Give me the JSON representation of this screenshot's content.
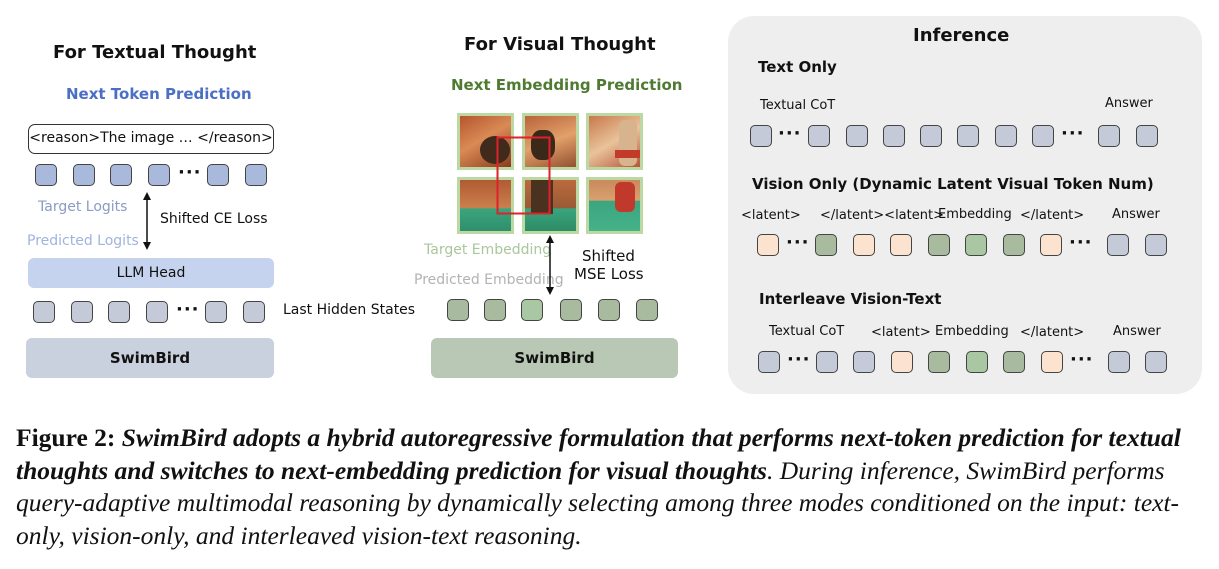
{
  "textual": {
    "title": "For Textual Thought",
    "subtitle": "Next Token Prediction",
    "reason_box": "<reason>The image … </reason>",
    "target_logits": "Target Logits",
    "predicted_logits": "Predicted Logits",
    "loss": "Shifted CE Loss",
    "llm_head": "LLM Head",
    "model": "SwimBird",
    "dots": "···"
  },
  "shared": {
    "last_hidden_states": "Last Hidden States"
  },
  "visual": {
    "title": "For Visual Thought",
    "subtitle": "Next Embedding Prediction",
    "target_embedding": "Target Embedding",
    "predicted_embedding": "Predicted Embedding",
    "loss_line1": "Shifted",
    "loss_line2": "MSE Loss",
    "model": "SwimBird"
  },
  "inference": {
    "title": "Inference",
    "text_only": {
      "heading": "Text Only",
      "label_cot": "Textual CoT",
      "label_answer": "Answer"
    },
    "vision_only": {
      "heading": "Vision Only (Dynamic Latent Visual Token Num)",
      "label_latent_open": "<latent>",
      "label_latent_close_open": "</latent><latent>",
      "label_embedding": "Embedding",
      "label_latent_close": "</latent>",
      "label_answer": "Answer"
    },
    "interleave": {
      "heading": "Interleave Vision-Text",
      "label_cot": "Textual CoT",
      "label_latent_open": "<latent>",
      "label_embedding": "Embedding",
      "label_latent_close": "</latent>",
      "label_answer": "Answer"
    }
  },
  "caption": {
    "fig_label": "Figure 2:",
    "bold_part": "SwimBird adopts a hybrid autoregressive formulation that performs next-token prediction for textual thoughts and switches to next-embedding prediction for visual thoughts",
    "rest": ". During inference, SwimBird performs query-adaptive multimodal reasoning by dynamically selecting among three modes conditioned on the input: text-only, vision-only, and interleaved vision-text reasoning."
  },
  "colors": {
    "blue_title": "#4a6fc4",
    "green_title": "#4f7a32",
    "target_logits": "#8a9bc4",
    "predicted_logits": "#9fb4de",
    "llm_head_bg": "#c6d3ee",
    "swimbird_blue": "#c9d0de",
    "swimbird_green": "#b9c8b4",
    "target_embedding": "#a9c79a",
    "predicted_embedding": "#b3b3b3"
  }
}
